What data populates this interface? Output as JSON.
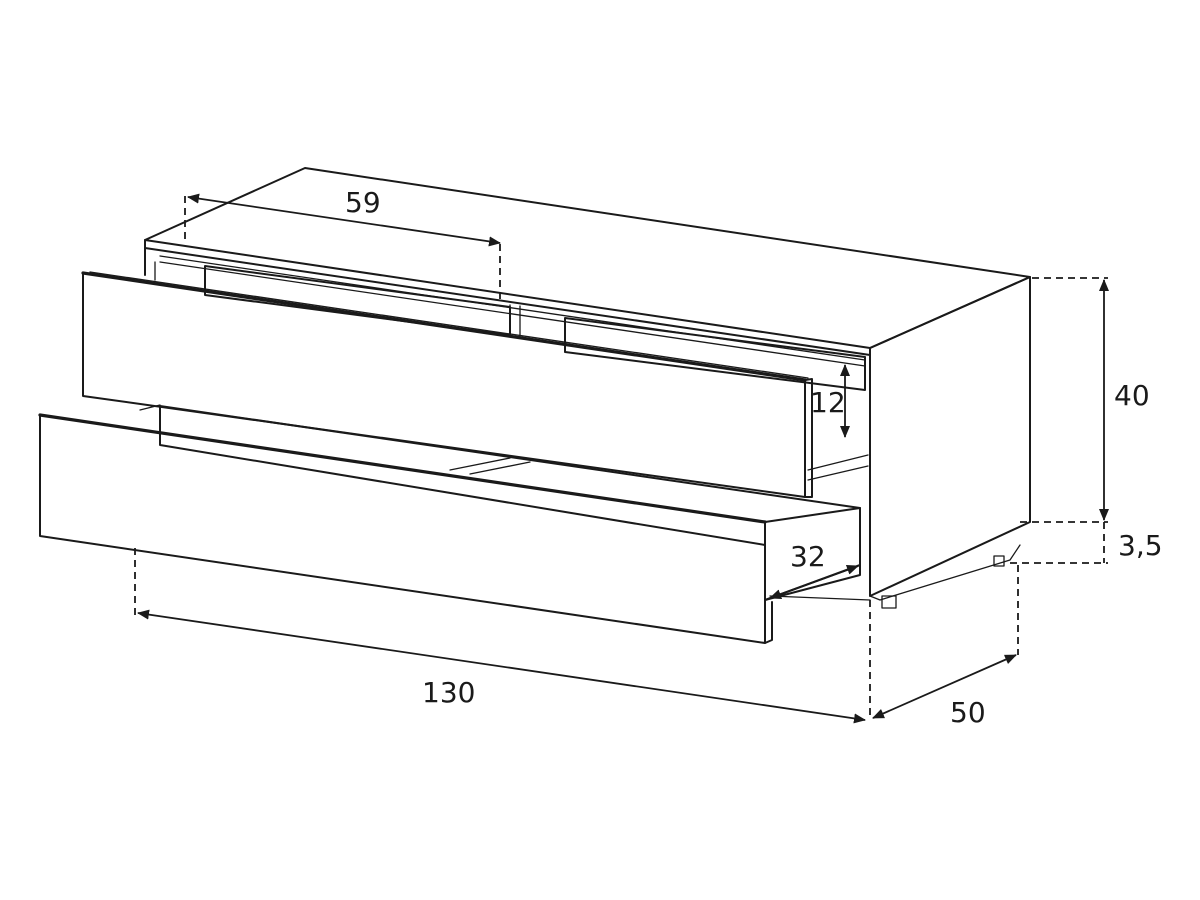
{
  "dimensions": {
    "width_label": "130",
    "depth_label": "50",
    "height_label": "40",
    "foot_label": "3,5",
    "compartment_label": "59",
    "drawer_height_label": "12",
    "drawer_depth_label": "32"
  }
}
